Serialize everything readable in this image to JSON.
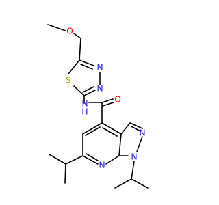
{
  "colors": {
    "background": "#ffffff",
    "bond": "#000000",
    "nitrogen": "#2020ff",
    "oxygen": "#ff0000",
    "sulfur": "#b8a000"
  },
  "atoms": {
    "o_methoxy": "O",
    "s_thiadiazole": "S",
    "n_thiadiazole_3": "N",
    "n_thiadiazole_4": "N",
    "n_amide": "N",
    "h_amide": "H",
    "o_carbonyl": "O",
    "n_pyrazole_1": "N",
    "n_pyrazole_2": "N",
    "n_pyridine": "N"
  }
}
